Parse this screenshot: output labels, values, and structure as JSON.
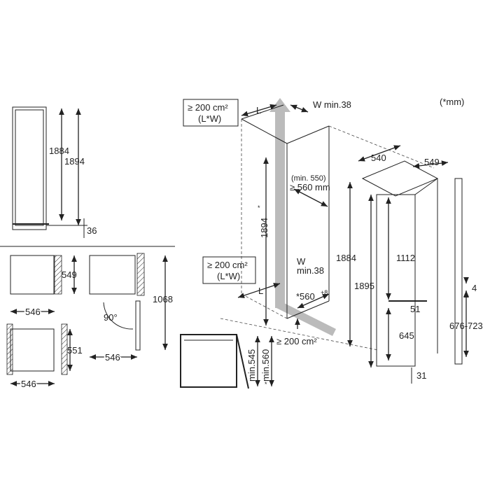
{
  "units_note": "(*mm)",
  "side_view": {
    "height_inner": "1884",
    "height_outer": "1894",
    "base": "36"
  },
  "top_views": {
    "a_depth": "549",
    "a_width": "546",
    "b_depth": "551",
    "b_width": "546",
    "c_height": "1068",
    "c_angle": "90°",
    "c_width": "546"
  },
  "niche": {
    "vent_top": "≥ 200 cm²",
    "vent_top_lw": "(L*W)",
    "top_L": "L",
    "top_W": "W min.38",
    "depth_min": "(min. 550)",
    "depth": "≥ 560 mm",
    "niche_height": "1894",
    "niche_height_star": "*",
    "vent_bottom": "≥ 200 cm²",
    "vent_bottom_lw": "(L*W)",
    "bottom_W": "W",
    "bottom_W_min": "min.38",
    "bottom_L": "L",
    "width": "*560",
    "width_tol": "+8",
    "appliance_height": "1884",
    "vent_floor": "≥ 200 cm²"
  },
  "door_detail": {
    "min1": "min.545",
    "min2": "min.560",
    "star": "*"
  },
  "appliance": {
    "depth1": "540",
    "depth2": "549",
    "height": "1895",
    "upper": "1112",
    "gap": "51",
    "lower": "645",
    "bottom": "31"
  },
  "door_panel": {
    "gap": "4",
    "height_range": "676-723"
  }
}
